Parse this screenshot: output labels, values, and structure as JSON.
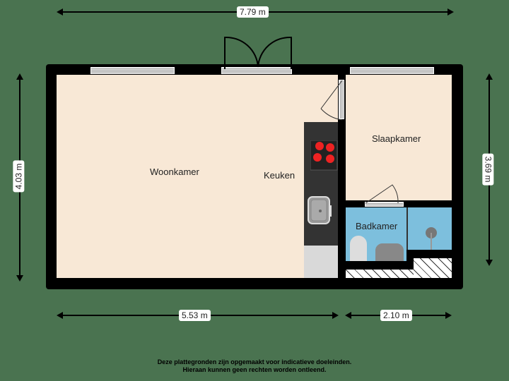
{
  "colors": {
    "background": "#4a7350",
    "wall": "#000000",
    "floor": "#f8e8d6",
    "bathroom": "#7dbfdd",
    "kitchen_counter": "#333333"
  },
  "dimensions": {
    "total_width": "7.79 m",
    "left_height": "4.03 m",
    "right_height": "3.69 m",
    "bottom_left_width": "5.53 m",
    "bottom_right_width": "2.10 m"
  },
  "rooms": {
    "living": "Woonkamer",
    "kitchen": "Keuken",
    "bedroom": "Slaapkamer",
    "bathroom": "Badkamer"
  },
  "footer": {
    "line1": "Deze plattegronden zijn opgemaakt voor indicatieve doeleinden.",
    "line2": "Hieraan kunnen geen rechten worden ontleend."
  }
}
